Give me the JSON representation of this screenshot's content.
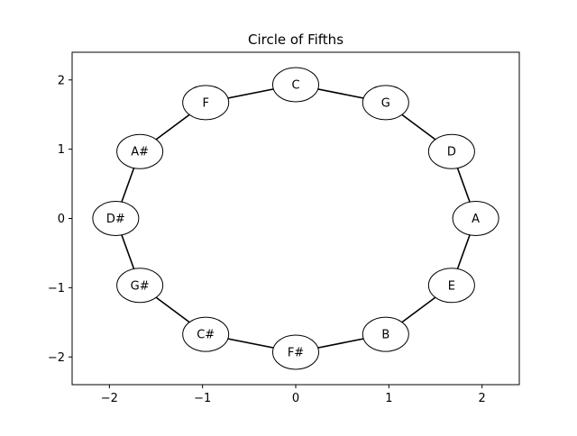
{
  "chart_data": {
    "type": "network",
    "title": "Circle of Fifths",
    "xlabel": "",
    "ylabel": "",
    "xlim": [
      -2.4,
      2.4
    ],
    "ylim": [
      -2.4,
      2.4
    ],
    "xticks": [
      -2,
      -1,
      0,
      1,
      2
    ],
    "yticks": [
      -2,
      -1,
      0,
      1,
      2
    ],
    "grid": false,
    "nodes": [
      {
        "label": "C",
        "x": 0.0,
        "y": 1.932
      },
      {
        "label": "G",
        "x": 0.966,
        "y": 1.673
      },
      {
        "label": "D",
        "x": 1.673,
        "y": 0.966
      },
      {
        "label": "A",
        "x": 1.932,
        "y": 0.0
      },
      {
        "label": "E",
        "x": 1.673,
        "y": -0.966
      },
      {
        "label": "B",
        "x": 0.966,
        "y": -1.673
      },
      {
        "label": "F#",
        "x": 0.0,
        "y": -1.932
      },
      {
        "label": "C#",
        "x": -0.966,
        "y": -1.673
      },
      {
        "label": "G#",
        "x": -1.673,
        "y": -0.966
      },
      {
        "label": "D#",
        "x": -1.932,
        "y": 0.0
      },
      {
        "label": "A#",
        "x": -1.673,
        "y": 0.966
      },
      {
        "label": "F",
        "x": -0.966,
        "y": 1.673
      }
    ],
    "edges": [
      [
        0,
        1
      ],
      [
        1,
        2
      ],
      [
        2,
        3
      ],
      [
        3,
        4
      ],
      [
        4,
        5
      ],
      [
        5,
        6
      ],
      [
        6,
        7
      ],
      [
        7,
        8
      ],
      [
        8,
        9
      ],
      [
        9,
        10
      ],
      [
        10,
        11
      ],
      [
        11,
        0
      ]
    ],
    "colors": {
      "node_fill": "#ffffff",
      "node_stroke": "#000000",
      "edge": "#000000",
      "text": "#000000"
    }
  }
}
